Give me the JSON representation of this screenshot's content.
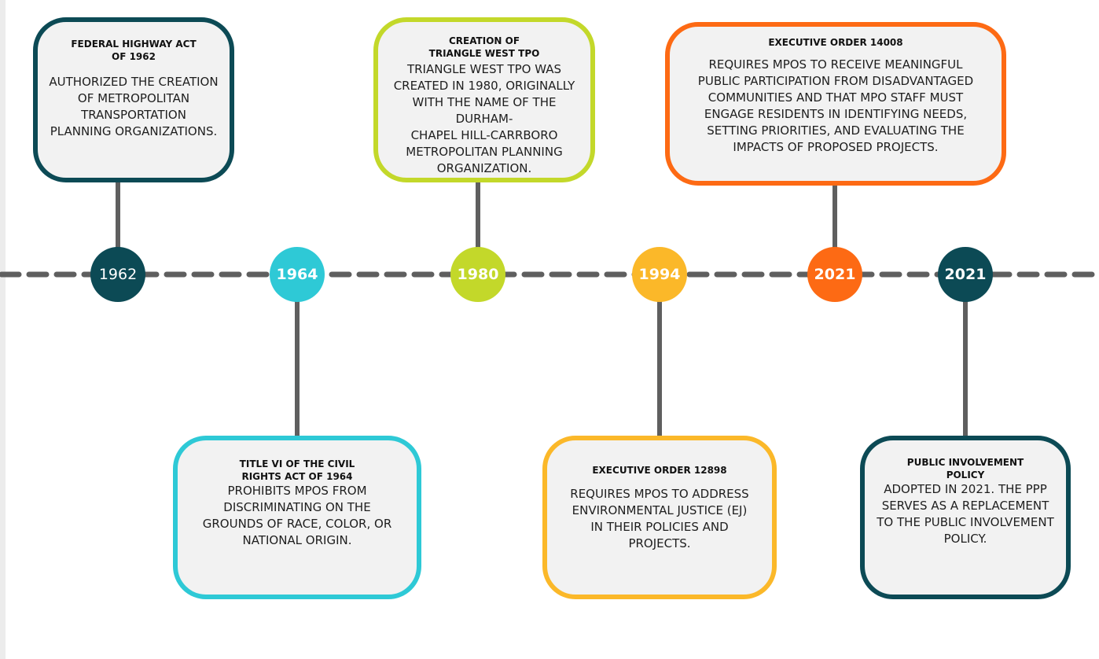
{
  "colors": {
    "dark_teal": "#0c4a55",
    "cyan": "#2ec9d6",
    "lime": "#c3d82a",
    "amber": "#fbb829",
    "orange": "#fd6a14",
    "connector": "#5f5f5f",
    "dashed_line": "#5f5f5f",
    "card_fill": "#f2f2f2"
  },
  "milestones": [
    {
      "year": "1962",
      "color": "#0c4a55"
    },
    {
      "year": "1964",
      "color": "#2ec9d6"
    },
    {
      "year": "1980",
      "color": "#c3d82a"
    },
    {
      "year": "1994",
      "color": "#fbb829"
    },
    {
      "year": "2021",
      "color": "#fd6a14"
    },
    {
      "year": "2021",
      "color": "#0c4a55"
    }
  ],
  "events": [
    {
      "title": "FEDERAL HIGHWAY ACT\nOF 1962",
      "description": "AUTHORIZED THE CREATION\nOF METROPOLITAN\nTRANSPORTATION\nPLANNING ORGANIZATIONS."
    },
    {
      "title": "TITLE VI OF THE CIVIL\nRIGHTS ACT OF 1964",
      "description": "PROHIBITS MPOS FROM\nDISCRIMINATING ON THE\nGROUNDS OF RACE, COLOR, OR\nNATIONAL ORIGIN."
    },
    {
      "title": "CREATION OF\nTRIANGLE WEST TPO",
      "description": "TRIANGLE WEST TPO WAS\nCREATED IN 1980, ORIGINALLY\nWITH THE NAME OF THE DURHAM-\nCHAPEL HILL-CARRBORO\nMETROPOLITAN PLANNING\nORGANIZATION."
    },
    {
      "title": "EXECUTIVE ORDER 12898",
      "description": "REQUIRES MPOS TO ADDRESS\nENVIRONMENTAL JUSTICE (EJ)\nIN THEIR POLICIES AND\nPROJECTS."
    },
    {
      "title": "EXECUTIVE ORDER 14008",
      "description": "REQUIRES MPOS TO RECEIVE MEANINGFUL\nPUBLIC PARTICIPATION FROM DISADVANTAGED\nCOMMUNITIES AND THAT MPO STAFF MUST\nENGAGE RESIDENTS IN IDENTIFYING NEEDS,\nSETTING PRIORITIES, AND EVALUATING THE\nIMPACTS OF PROPOSED PROJECTS."
    },
    {
      "title": "PUBLIC INVOLVEMENT\nPOLICY",
      "description": "ADOPTED IN 2021. THE PPP\nSERVES AS A REPLACEMENT\nTO THE PUBLIC INVOLVEMENT\nPOLICY."
    }
  ]
}
